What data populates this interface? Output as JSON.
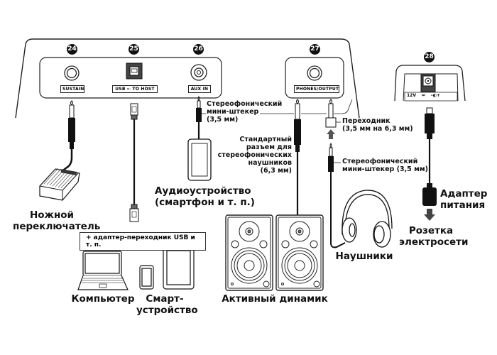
{
  "ports": [
    {
      "number": "24",
      "label": "SUSTAIN"
    },
    {
      "number": "25",
      "label": "USB ⇠ TO HOST"
    },
    {
      "number": "26",
      "label": "AUX IN"
    },
    {
      "number": "27",
      "label": "PHONES/OUTPUT"
    },
    {
      "number": "28",
      "label_voltage": "12V",
      "label_dc": "⎓",
      "label_polarity": "–◐+"
    }
  ],
  "labels": {
    "aux_plug": "Стереофонический\nмини-штекер\n(3,5 мм)",
    "standard_plug": "Стандартный\nразъем для\nстереофонических\nнаушников\n(6,3 мм)",
    "adapter": "Переходник\n(3,5 мм на 6,3 мм)",
    "headphone_plug": "Стереофонический\nмини-штекер (3,5 мм)",
    "audio_device": "Аудиоустройство\n(смартфон и т. п.)",
    "footswitch": "Ножной\nпереключатель",
    "usb_adapter_note": "+ адаптер-переходник USB и т. п.",
    "computer": "Компьютер",
    "smart_device": "Смарт-\nустройство",
    "active_speaker": "Активный динамик",
    "headphones": "Наушники",
    "power_adapter": "Адаптер\nпитания",
    "outlet": "Розетка\nэлектросети"
  }
}
